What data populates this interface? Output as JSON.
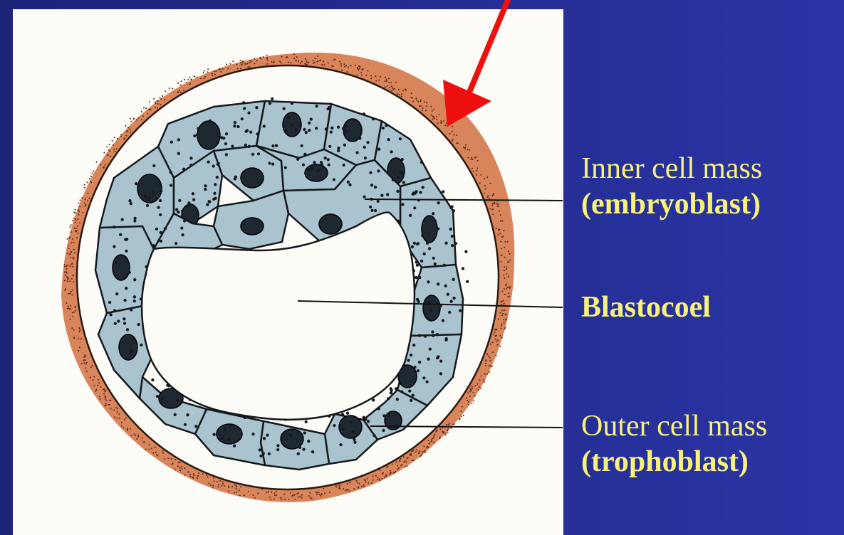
{
  "labels": {
    "inner_line1": "Inner cell mass",
    "inner_line2": "(embryoblast)",
    "blastocoel": "Blastocoel",
    "outer_line1": "Outer cell mass",
    "outer_line2": "(trophoblast)"
  },
  "colors": {
    "background": "#232c8f",
    "panel": "#fdfcf6",
    "cell_fill": "#a9c4ce",
    "nucleus": "#1e2830",
    "zona": "#d8855c",
    "label_text": "#f7f279",
    "arrow": "#ee0f0f"
  }
}
